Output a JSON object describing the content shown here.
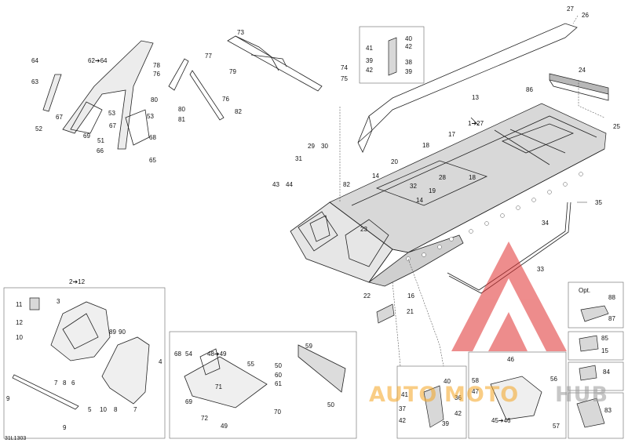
{
  "diagram": {
    "reference_code": "31L1303",
    "option_label": "Opt.",
    "callouts": [
      {
        "id": "c27",
        "text": "27"
      },
      {
        "id": "c26",
        "text": "26"
      },
      {
        "id": "c73",
        "text": "73"
      },
      {
        "id": "c40",
        "text": "40"
      },
      {
        "id": "c41a",
        "text": "41"
      },
      {
        "id": "c42a",
        "text": "42"
      },
      {
        "id": "c39a",
        "text": "39"
      },
      {
        "id": "c38",
        "text": "38"
      },
      {
        "id": "c42b",
        "text": "42"
      },
      {
        "id": "c39b",
        "text": "39"
      },
      {
        "id": "c64",
        "text": "64"
      },
      {
        "id": "c62",
        "text": "62➔64"
      },
      {
        "id": "c63",
        "text": "63"
      },
      {
        "id": "c78",
        "text": "78"
      },
      {
        "id": "c77",
        "text": "77"
      },
      {
        "id": "c76a",
        "text": "76"
      },
      {
        "id": "c79",
        "text": "79"
      },
      {
        "id": "c74",
        "text": "74"
      },
      {
        "id": "c75",
        "text": "75"
      },
      {
        "id": "c13",
        "text": "13"
      },
      {
        "id": "c24",
        "text": "24"
      },
      {
        "id": "c86",
        "text": "86"
      },
      {
        "id": "c80a",
        "text": "80"
      },
      {
        "id": "c76b",
        "text": "76"
      },
      {
        "id": "c80b",
        "text": "80"
      },
      {
        "id": "c81",
        "text": "81"
      },
      {
        "id": "c82a",
        "text": "82"
      },
      {
        "id": "c52",
        "text": "52"
      },
      {
        "id": "c67a",
        "text": "67"
      },
      {
        "id": "c53a",
        "text": "53"
      },
      {
        "id": "c53b",
        "text": "53"
      },
      {
        "id": "c67b",
        "text": "67"
      },
      {
        "id": "c69a",
        "text": "69"
      },
      {
        "id": "c51",
        "text": "51"
      },
      {
        "id": "c68a",
        "text": "68"
      },
      {
        "id": "c66",
        "text": "66"
      },
      {
        "id": "c65",
        "text": "65"
      },
      {
        "id": "c25",
        "text": "25"
      },
      {
        "id": "c1",
        "text": "1➔27"
      },
      {
        "id": "c17",
        "text": "17"
      },
      {
        "id": "c18a",
        "text": "18"
      },
      {
        "id": "c29",
        "text": "29"
      },
      {
        "id": "c30",
        "text": "30"
      },
      {
        "id": "c31",
        "text": "31"
      },
      {
        "id": "c20",
        "text": "20"
      },
      {
        "id": "c14a",
        "text": "14"
      },
      {
        "id": "c32",
        "text": "32"
      },
      {
        "id": "c28",
        "text": "28"
      },
      {
        "id": "c18b",
        "text": "18"
      },
      {
        "id": "c82b",
        "text": "82"
      },
      {
        "id": "c43",
        "text": "43"
      },
      {
        "id": "c44",
        "text": "44"
      },
      {
        "id": "c19",
        "text": "19"
      },
      {
        "id": "c14b",
        "text": "14"
      },
      {
        "id": "c35",
        "text": "35"
      },
      {
        "id": "c34",
        "text": "34"
      },
      {
        "id": "c23",
        "text": "23"
      },
      {
        "id": "c33",
        "text": "33"
      },
      {
        "id": "c2",
        "text": "2➔12"
      },
      {
        "id": "c22",
        "text": "22"
      },
      {
        "id": "c16",
        "text": "16"
      },
      {
        "id": "c21",
        "text": "21"
      },
      {
        "id": "c88",
        "text": "88"
      },
      {
        "id": "c87",
        "text": "87"
      },
      {
        "id": "c11",
        "text": "11"
      },
      {
        "id": "c3",
        "text": "3"
      },
      {
        "id": "c12",
        "text": "12"
      },
      {
        "id": "c10a",
        "text": "10"
      },
      {
        "id": "c89",
        "text": "89"
      },
      {
        "id": "c90",
        "text": "90"
      },
      {
        "id": "c85",
        "text": "85"
      },
      {
        "id": "c15",
        "text": "15"
      },
      {
        "id": "c68b",
        "text": "68"
      },
      {
        "id": "c54",
        "text": "54"
      },
      {
        "id": "c48",
        "text": "48➔49"
      },
      {
        "id": "c59",
        "text": "59"
      },
      {
        "id": "c46",
        "text": "46"
      },
      {
        "id": "c84",
        "text": "84"
      },
      {
        "id": "c4",
        "text": "4"
      },
      {
        "id": "c55",
        "text": "55"
      },
      {
        "id": "c50a",
        "text": "50"
      },
      {
        "id": "c60",
        "text": "60"
      },
      {
        "id": "c61",
        "text": "61"
      },
      {
        "id": "c7a",
        "text": "7"
      },
      {
        "id": "c8a",
        "text": "8"
      },
      {
        "id": "c6",
        "text": "6"
      },
      {
        "id": "c71",
        "text": "71"
      },
      {
        "id": "c58",
        "text": "58"
      },
      {
        "id": "c40b",
        "text": "40"
      },
      {
        "id": "c47",
        "text": "47"
      },
      {
        "id": "c56",
        "text": "56"
      },
      {
        "id": "c9a",
        "text": "9"
      },
      {
        "id": "c69b",
        "text": "69"
      },
      {
        "id": "c41b",
        "text": "41"
      },
      {
        "id": "c36",
        "text": "36"
      },
      {
        "id": "c5",
        "text": "5"
      },
      {
        "id": "c10b",
        "text": "10"
      },
      {
        "id": "c8b",
        "text": "8"
      },
      {
        "id": "c7b",
        "text": "7"
      },
      {
        "id": "c72",
        "text": "72"
      },
      {
        "id": "c70",
        "text": "70"
      },
      {
        "id": "c50b",
        "text": "50"
      },
      {
        "id": "c37",
        "text": "37"
      },
      {
        "id": "c42c",
        "text": "42"
      },
      {
        "id": "c42d",
        "text": "42"
      },
      {
        "id": "c39c",
        "text": "39"
      },
      {
        "id": "c45",
        "text": "45➔46"
      },
      {
        "id": "c57",
        "text": "57"
      },
      {
        "id": "c83",
        "text": "83"
      },
      {
        "id": "c9b",
        "text": "9"
      },
      {
        "id": "c49",
        "text": "49"
      }
    ]
  },
  "watermark": {
    "text_a": "AUTO",
    "text_b": "MOTO",
    "text_c": "HUB",
    "color_orange": "#f5a623",
    "color_red": "#e03030",
    "color_gray": "#9a9a9a"
  }
}
